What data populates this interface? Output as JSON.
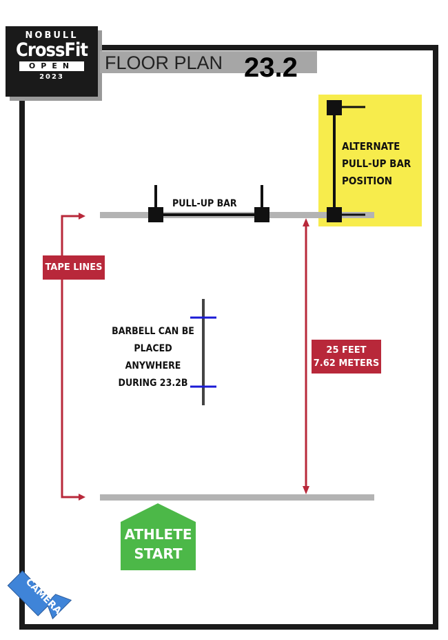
{
  "logo": {
    "brand_top": "NOBULL",
    "brand_main": "CrossFit",
    "event": "OPEN",
    "year": "2023"
  },
  "title": {
    "prefix": "FLOOR PLAN",
    "workout": "23.2"
  },
  "labels": {
    "pullup_bar": "PULL-UP BAR",
    "alternate": [
      "ALTERNATE",
      "PULL-UP BAR",
      "POSITION"
    ],
    "tape_lines": "TAPE LINES",
    "barbell_note": [
      "BARBELL CAN BE",
      "PLACED ANYWHERE",
      "DURING 23.2B"
    ],
    "distance_ft": "25 FEET",
    "distance_m": "7.62 METERS",
    "athlete_start": [
      "ATHLETE",
      "START"
    ],
    "camera": "CAMERA"
  },
  "colors": {
    "red": "#b8283a",
    "yellow": "#f7ec4c",
    "green": "#4cb848",
    "blue": "#3f84d8",
    "gray": "#b3b3b3",
    "plate": "#1a1ad6"
  }
}
